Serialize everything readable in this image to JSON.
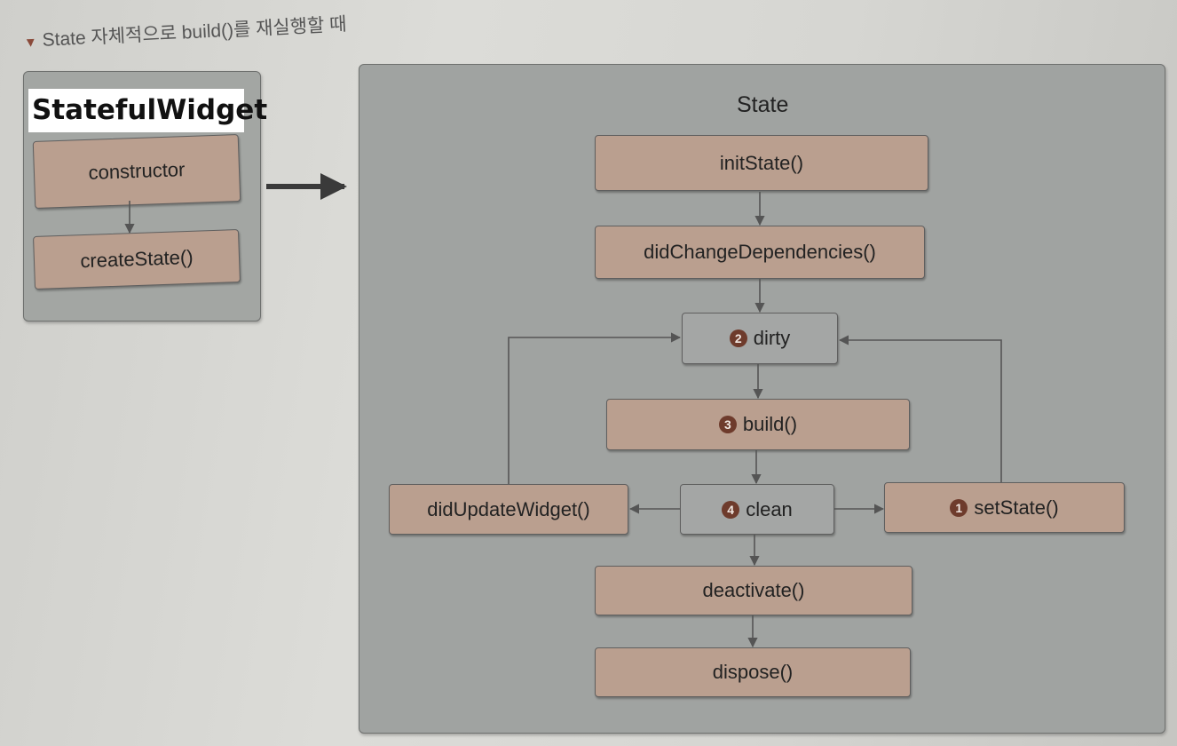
{
  "caption": "State 자체적으로 build()를 재실행할 때",
  "stateful_widget": {
    "title": "StatefulWidget",
    "constructor": "constructor",
    "create_state": "createState()"
  },
  "state": {
    "title": "State",
    "init_state": "initState()",
    "did_change_dependencies": "didChangeDependencies()",
    "dirty": {
      "num": "2",
      "label": "dirty"
    },
    "build": {
      "num": "3",
      "label": "build()"
    },
    "clean": {
      "num": "4",
      "label": "clean"
    },
    "set_state": {
      "num": "1",
      "label": "setState()"
    },
    "did_update_widget": "didUpdateWidget()",
    "deactivate": "deactivate()",
    "dispose": "dispose()"
  },
  "colors": {
    "tan_box": "#ba9f8f",
    "grey_box": "#a4a6a5",
    "panel": "#a0a3a1",
    "number_circle": "#6e3b2c"
  }
}
